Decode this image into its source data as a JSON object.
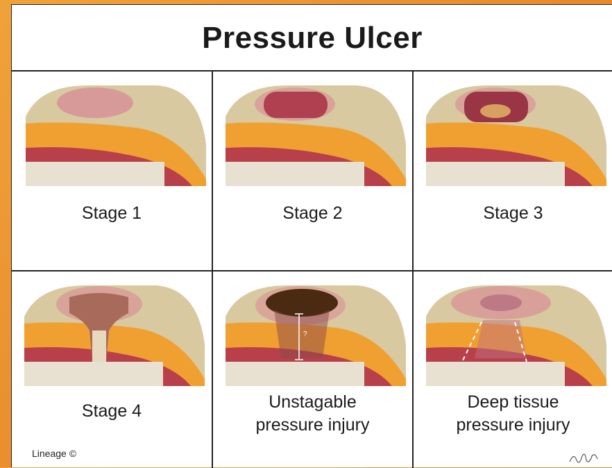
{
  "title": "Pressure Ulcer",
  "stages": [
    {
      "label": "Stage 1"
    },
    {
      "label": "Stage 2"
    },
    {
      "label": "Stage 3"
    },
    {
      "label": "Stage 4"
    },
    {
      "label_lines": [
        "Unstagable",
        "pressure injury"
      ],
      "depth_marker": "?"
    },
    {
      "label_lines": [
        "Deep tissue",
        "pressure injury"
      ]
    }
  ],
  "credit": "Lineage ©",
  "colors": {
    "background": "#e8892a",
    "skin": "#d8c9a0",
    "fat": "#f0a030",
    "muscle": "#b8404a",
    "bone": "#e8e0d0",
    "wound_red": "#b04050",
    "eschar": "#4a2a10"
  }
}
